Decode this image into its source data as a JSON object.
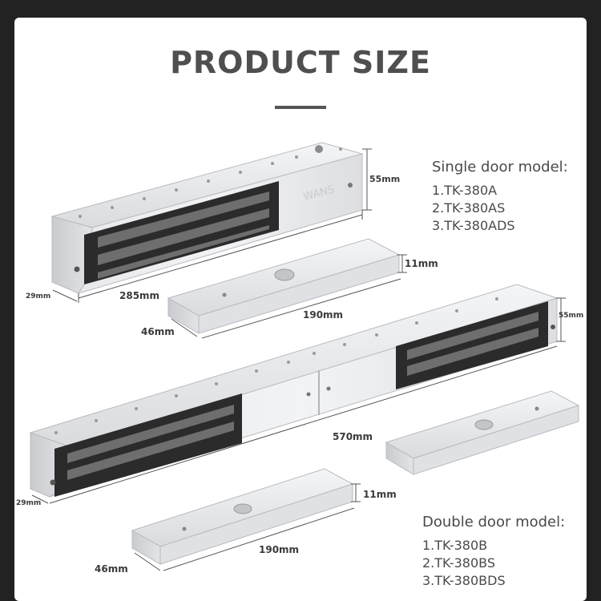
{
  "title": "PRODUCT SIZE",
  "single": {
    "heading": "Single door model:",
    "models": [
      "1.TK-380A",
      "2.TK-380AS",
      "3.TK-380ADS"
    ],
    "dims": {
      "height": "55mm",
      "depth": "29mm",
      "length": "285mm",
      "plate_thickness": "11mm",
      "plate_length": "190mm",
      "plate_width": "46mm"
    }
  },
  "double": {
    "heading": "Double door model:",
    "models": [
      "1.TK-380B",
      "2.TK-380BS",
      "3.TK-380BDS"
    ],
    "dims": {
      "height": "55mm",
      "depth": "29mm",
      "length": "570mm",
      "plate_thickness": "11mm",
      "plate_length": "190mm",
      "plate_width": "46mm"
    }
  },
  "logo_text": "WANS"
}
